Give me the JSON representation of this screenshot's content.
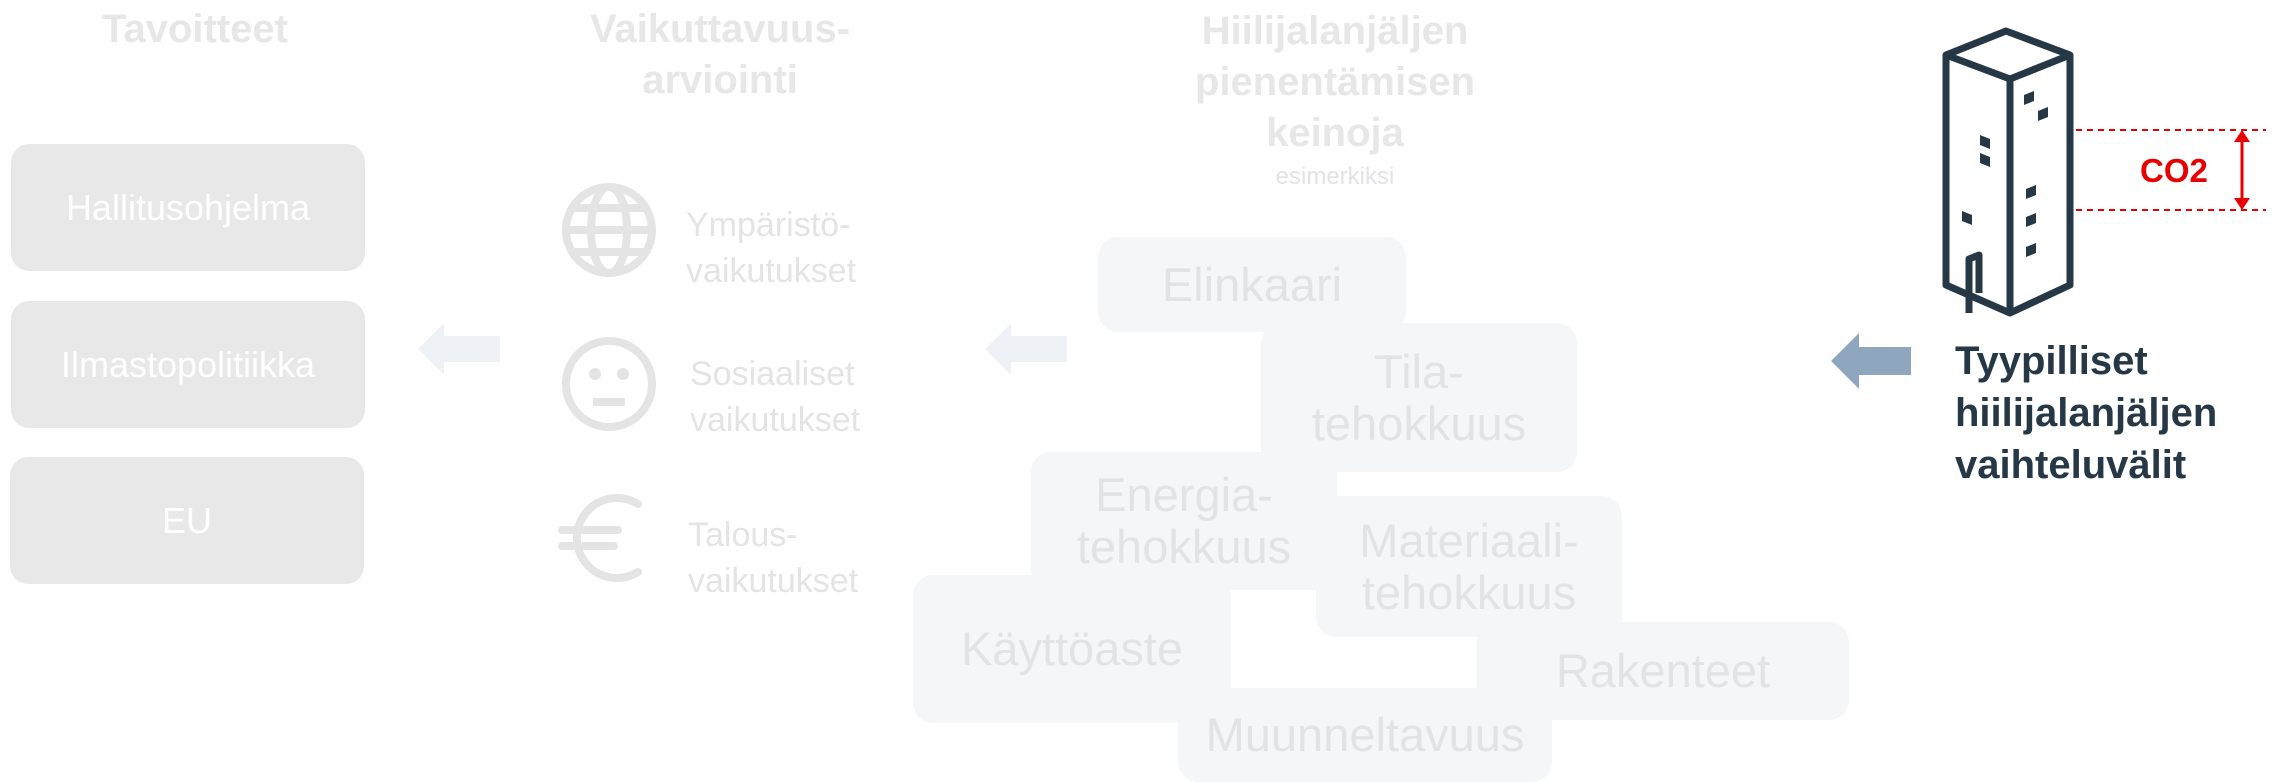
{
  "columns": {
    "goals": {
      "title": "Tavoitteet",
      "items": [
        "Hallitusohjelma",
        "Ilmastopolitiikka",
        "EU"
      ]
    },
    "impact": {
      "title_line1": "Vaikuttavuus-",
      "title_line2": "arviointi",
      "items": [
        {
          "icon": "globe-icon",
          "line1": "Ympäristö-",
          "line2": "vaikutukset"
        },
        {
          "icon": "neutral-face-icon",
          "line1": "Sosiaaliset",
          "line2": "vaikutukset"
        },
        {
          "icon": "euro-icon",
          "line1": "Talous-",
          "line2": "vaikutukset"
        }
      ]
    },
    "means": {
      "title_line1": "Hiilijalanjäljen",
      "title_line2": "pienentämisen",
      "title_line3": "keinoja",
      "subtitle": "esimerkiksi",
      "items": {
        "elinkaari": "Elinkaari",
        "tila_line1": "Tila-",
        "tila_line2": "tehokkuus",
        "energia_line1": "Energia-",
        "energia_line2": "tehokkuus",
        "materiaali_line1": "Materiaali-",
        "materiaali_line2": "tehokkuus",
        "kayttoaste": "Käyttöaste",
        "rakenteet": "Rakenteet",
        "muunneltavuus": "Muunneltavuus"
      }
    },
    "typical": {
      "icon": "building-icon",
      "co2_label": "CO2",
      "label_line1": "Tyypilliset",
      "label_line2": "hiilijalanjäljen",
      "label_line3": "vaihteluvälit"
    }
  },
  "colors": {
    "active_text": "#263746",
    "active_arrow": "#8fa6bf",
    "co2_red": "#e80000",
    "faded_box": "#e8e8e9",
    "faded_text": "#e4e4e4"
  }
}
